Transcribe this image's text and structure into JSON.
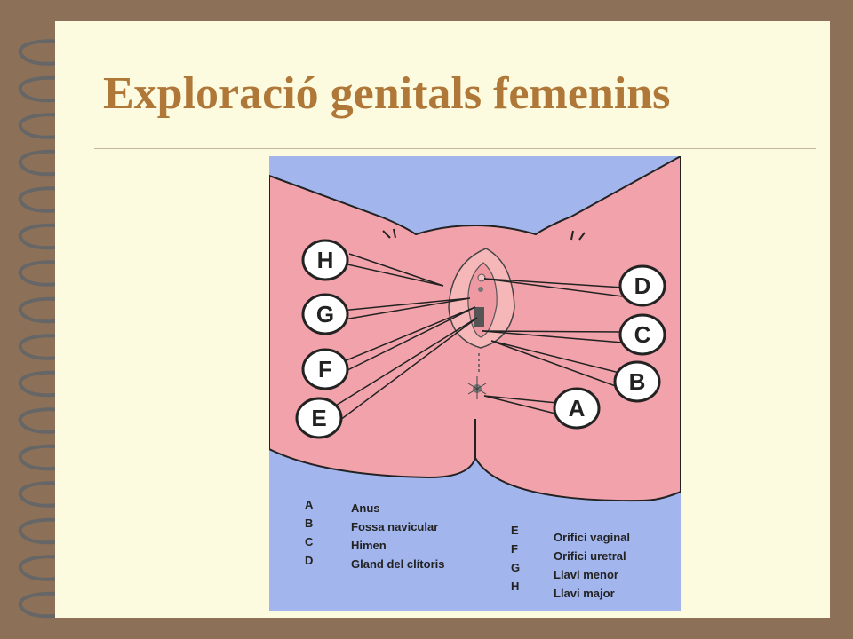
{
  "slide": {
    "title": "Exploració genitals femenins"
  },
  "callouts": [
    "H",
    "G",
    "F",
    "E",
    "D",
    "C",
    "B",
    "A"
  ],
  "legend": {
    "left": [
      {
        "letter": "A",
        "label": "Anus"
      },
      {
        "letter": "B",
        "label": "Fossa navicular"
      },
      {
        "letter": "C",
        "label": "Himen"
      },
      {
        "letter": "D",
        "label": "Gland del clítoris"
      }
    ],
    "right": [
      {
        "letter": "E",
        "label": "Orifici vaginal"
      },
      {
        "letter": "F",
        "label": "Orifici uretral"
      },
      {
        "letter": "G",
        "label": "Llavi menor"
      },
      {
        "letter": "H",
        "label": "Llavi major"
      }
    ]
  },
  "colors": {
    "frame": "#8c7158",
    "page": "#fdfbdf",
    "title": "#b07838",
    "skin": "#f2a2aa",
    "background": "#a2b5ec"
  }
}
